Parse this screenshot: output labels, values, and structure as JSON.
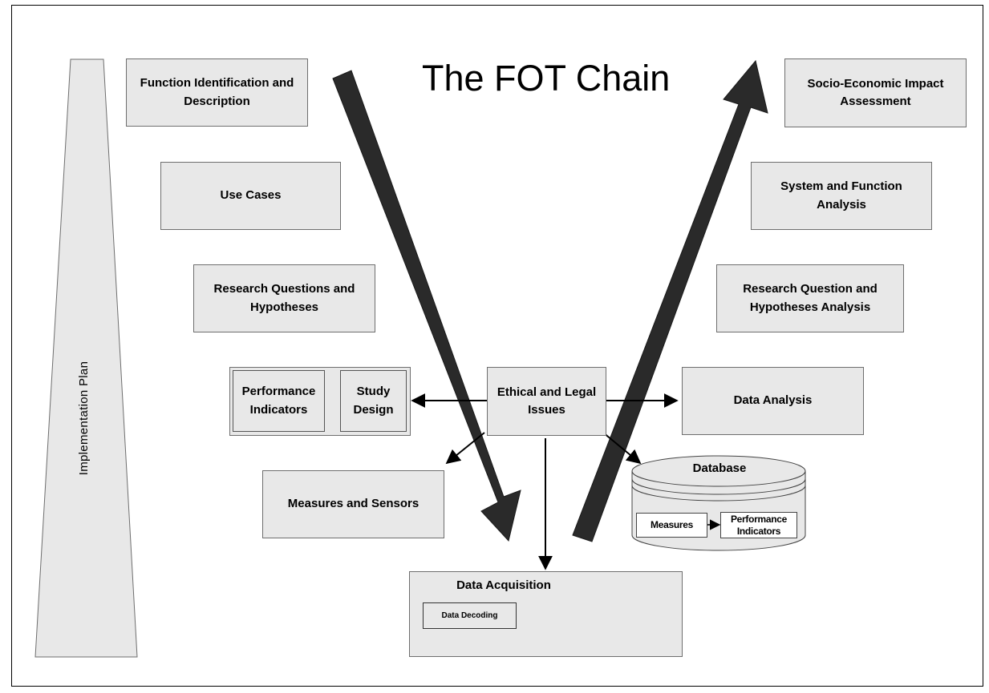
{
  "title": "The FOT Chain",
  "implementation_plan": "Implementation Plan",
  "left_chain": {
    "function_identification": "Function Identification and Description",
    "use_cases": "Use Cases",
    "research_questions": "Research Questions and Hypotheses",
    "performance_indicators": "Performance Indicators",
    "study_design": "Study Design",
    "measures_sensors": "Measures and Sensors"
  },
  "right_chain": {
    "socio_economic": "Socio-Economic Impact Assessment",
    "system_function_analysis": "System and Function Analysis",
    "research_question_analysis": "Research Question and Hypotheses  Analysis",
    "data_analysis": "Data Analysis"
  },
  "center": {
    "ethical_legal": "Ethical and Legal Issues"
  },
  "database": {
    "title": "Database",
    "measures": "Measures",
    "performance_indicators": "Performance Indicators"
  },
  "data_acquisition": {
    "title": "Data Acquisition",
    "data_decoding": "Data Decoding"
  },
  "colors": {
    "box_fill": "#e8e8e8",
    "arrow_fill": "#2a2a2a",
    "border": "#6e6e6e"
  }
}
